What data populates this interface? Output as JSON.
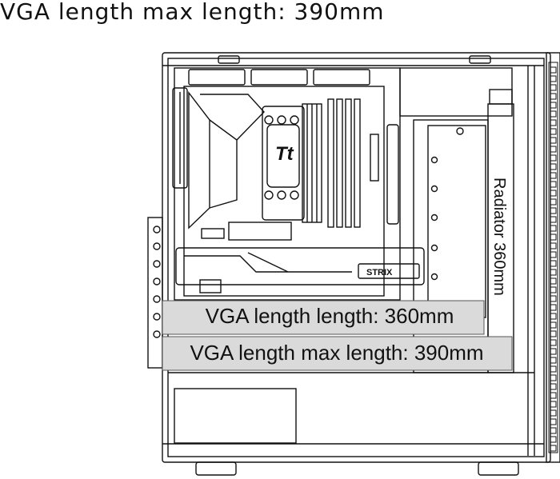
{
  "heading": "VGA length max length: 390mm",
  "labels": {
    "vga_length": "VGA length length: 360mm",
    "vga_max_length": "VGA length max length: 390mm",
    "radiator": "Radiator 360mm"
  },
  "brand_marks": {
    "cooler_logo": "Tt",
    "gpu_brand": "STRIX"
  },
  "colors": {
    "line": "#111111",
    "label_box_fill": "#dadada",
    "background": "#ffffff"
  }
}
